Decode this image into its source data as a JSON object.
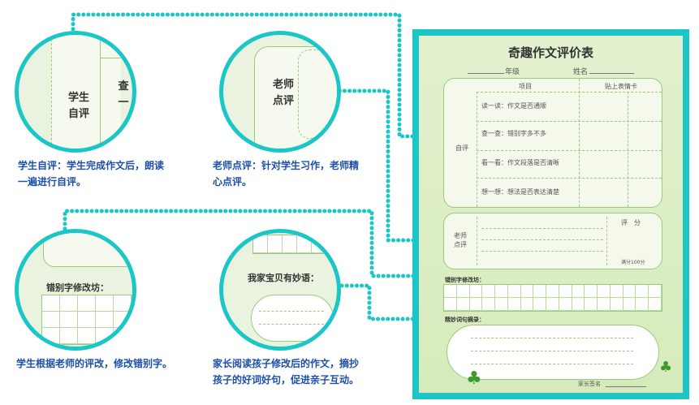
{
  "sheet": {
    "title": "奇趣作文评价表",
    "grade_label": "年级",
    "name_label": "姓名",
    "col_item": "项目",
    "col_sticker": "贴上表情卡",
    "self_label": "自评",
    "rows": [
      "读一读：作文是否通顺",
      "查一查：错别字多不多",
      "看一看：作文段落是否清晰",
      "想一想：想法是否表达清楚"
    ],
    "teacher_label_1": "老师",
    "teacher_label_2": "点评",
    "score_label": "评　分",
    "full_score": "满分100分",
    "typo_label": "错别字修改坊：",
    "phrase_label": "精妙词句摘录：",
    "parent_sign": "家长签名"
  },
  "zooms": {
    "z1_label_1": "学生",
    "z1_label_2": "自评",
    "z1_side": "查一",
    "z2_label_1": "老师",
    "z2_label_2": "点评",
    "z3_label": "错别字修改坊：",
    "z4_label": "我家宝贝有妙语："
  },
  "captions": {
    "c1_line1": "学生自评：学生完成作文后，朗读",
    "c1_line2": "一遍进行自评。",
    "c2_line1": "老师点评：针对学生习作，老师精",
    "c2_line2": "心点评。",
    "c3_line1": "学生根据老师的评改，修改错别字。",
    "c4_line1": "家长阅读孩子修改后的作文，摘抄",
    "c4_line2": "孩子的好词好句，促进亲子互动。"
  },
  "colors": {
    "accent": "#1bc6c6",
    "caption": "#1d4fa8",
    "sheet_green": "#d6ebbb"
  }
}
